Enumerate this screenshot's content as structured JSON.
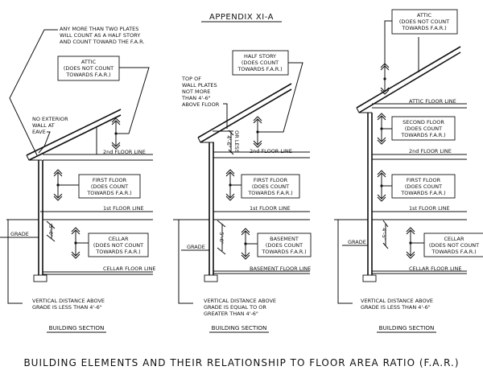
{
  "title": "APPENDIX XI-A",
  "footer": "BUILDING ELEMENTS AND THEIR RELATIONSHIP TO FLOOR AREA RATIO (F.A.R.)",
  "sections": [
    {
      "heading": "BUILDING SECTION",
      "note_top": [
        "ANY MORE THAN TWO PLATES",
        "WILL COUNT AS A HALF STORY",
        "AND COUNT TOWARD THE F.A.R."
      ],
      "note_eave": [
        "NO EXTERIOR",
        "WALL AT",
        "EAVE"
      ],
      "attic_box": [
        "ATTIC",
        "(DOES NOT COUNT",
        "TOWARDS F.A.R.)"
      ],
      "first_box": [
        "FIRST FLOOR",
        "(DOES COUNT",
        "TOWARDS F.A.R.)"
      ],
      "lower_box": [
        "CELLAR",
        "(DOES NOT COUNT",
        "TOWARDS F.A.R.)"
      ],
      "lines": {
        "second": "2nd FLOOR LINE",
        "first": "1st FLOOR LINE",
        "lower": "CELLAR FLOOR LINE"
      },
      "grade": "GRADE",
      "dimension": "3'-0\"",
      "note_bottom": [
        "VERTICAL DISTANCE ABOVE",
        "GRADE IS LESS THAN 4'-6\""
      ]
    },
    {
      "heading": "BUILDING SECTION",
      "note_plates": [
        "TOP OF",
        "WALL PLATES",
        "NOT MORE",
        "THAN 4'-6\"",
        "ABOVE FLOOR"
      ],
      "half_box": [
        "HALF STORY",
        "(DOES COUNT",
        "TOWARDS F.A.R.)"
      ],
      "plate_dimension": "4'-6\"",
      "plate_dimension_note": "OR LESS",
      "first_box": [
        "FIRST FLOOR",
        "(DOES COUNT",
        "TOWARDS F.A.R.)"
      ],
      "lower_box": [
        "BASEMENT",
        "(DOES COUNT",
        "TOWARDS F.A.R.)"
      ],
      "lines": {
        "second": "2nd FLOOR LINE",
        "first": "1st FLOOR LINE",
        "lower": "BASEMENT FLOOR LINE"
      },
      "grade": "GRADE",
      "dimension": "5'-0\"",
      "note_bottom": [
        "VERTICAL DISTANCE ABOVE",
        "GRADE IS EQUAL TO OR",
        "GREATER THAN 4'-6\""
      ]
    },
    {
      "heading": "BUILDING SECTION",
      "attic_box": [
        "ATTIC",
        "(DOES NOT COUNT",
        "TOWARDS F.A.R.)"
      ],
      "second_box": [
        "SECOND FLOOR",
        "(DOES COUNT",
        "TOWARDS F.A.R.)"
      ],
      "first_box": [
        "FIRST FLOOR",
        "(DOES COUNT",
        "TOWARDS F.A.R.)"
      ],
      "lower_box": [
        "CELLAR",
        "(DOES NOT COUNT",
        "TOWARDS F.A.R.)"
      ],
      "lines": {
        "attic": "ATTIC FLOOR LINE",
        "second": "2nd FLOOR LINE",
        "first": "1st FLOOR LINE",
        "lower": "CELLAR FLOOR LINE"
      },
      "grade": "GRADE",
      "dimension": "4'-5\"",
      "note_bottom": [
        "VERTICAL DISTANCE ABOVE",
        "GRADE IS LESS THAN 4'-6\""
      ]
    }
  ]
}
